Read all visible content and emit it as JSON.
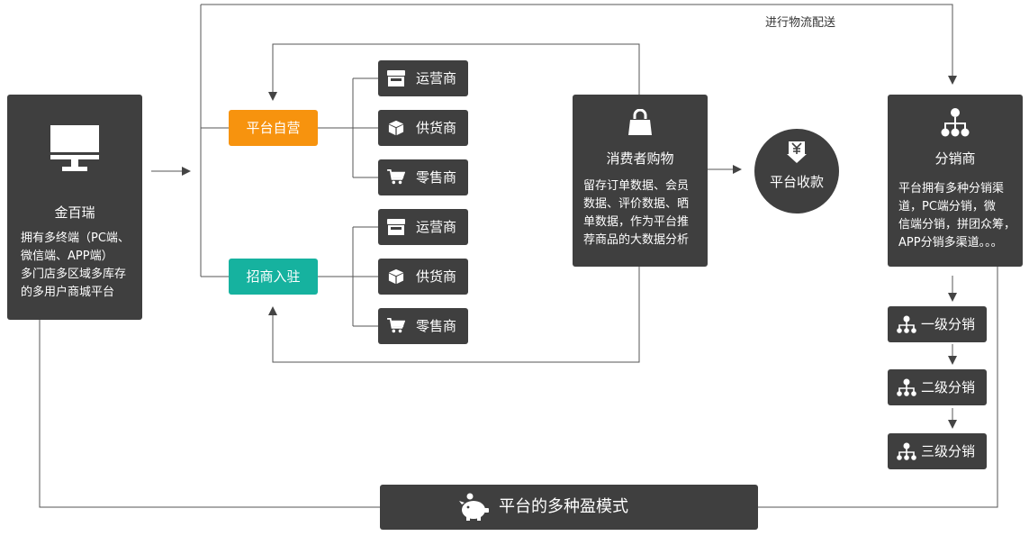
{
  "diagram": {
    "logistics_label": "进行物流配送",
    "main": {
      "title": "金百瑞",
      "desc": [
        "拥有多终端（PC端、",
        "微信端、APP端）",
        "多门店多区域多库存",
        "的多用户商城平台"
      ],
      "icon": "monitor-icon"
    },
    "self_operated": {
      "label": "平台自营",
      "color": "#f7930e"
    },
    "merchants": {
      "label": "招商入驻",
      "color": "#16b29f"
    },
    "groups": [
      {
        "items": [
          {
            "label": "运营商",
            "icon": "store-icon"
          },
          {
            "label": "供货商",
            "icon": "box-icon"
          },
          {
            "label": "零售商",
            "icon": "cart-icon"
          }
        ]
      },
      {
        "items": [
          {
            "label": "运营商",
            "icon": "store-icon"
          },
          {
            "label": "供货商",
            "icon": "box-icon"
          },
          {
            "label": "零售商",
            "icon": "cart-icon"
          }
        ]
      }
    ],
    "consumer": {
      "title": "消费者购物",
      "desc": [
        "留存订单数据、会员",
        "数据、评价数据、晒",
        "单数据，作为平台推",
        "荐商品的大数据分析"
      ],
      "icon": "bag-icon"
    },
    "payment": {
      "label": "平台收款",
      "icon": "yuan-icon"
    },
    "distributor": {
      "title": "分销商",
      "desc": [
        "平台拥有多种分销渠",
        "道，PC端分销，微",
        "信端分销，拼团众筹，",
        "APP分销多渠道。。。"
      ],
      "icon": "hierarchy-icon"
    },
    "levels": [
      "一级分销",
      "二级分销",
      "三级分销"
    ],
    "profit": {
      "label": "平台的多种盈模式",
      "icon": "piggy-bank-icon"
    }
  }
}
